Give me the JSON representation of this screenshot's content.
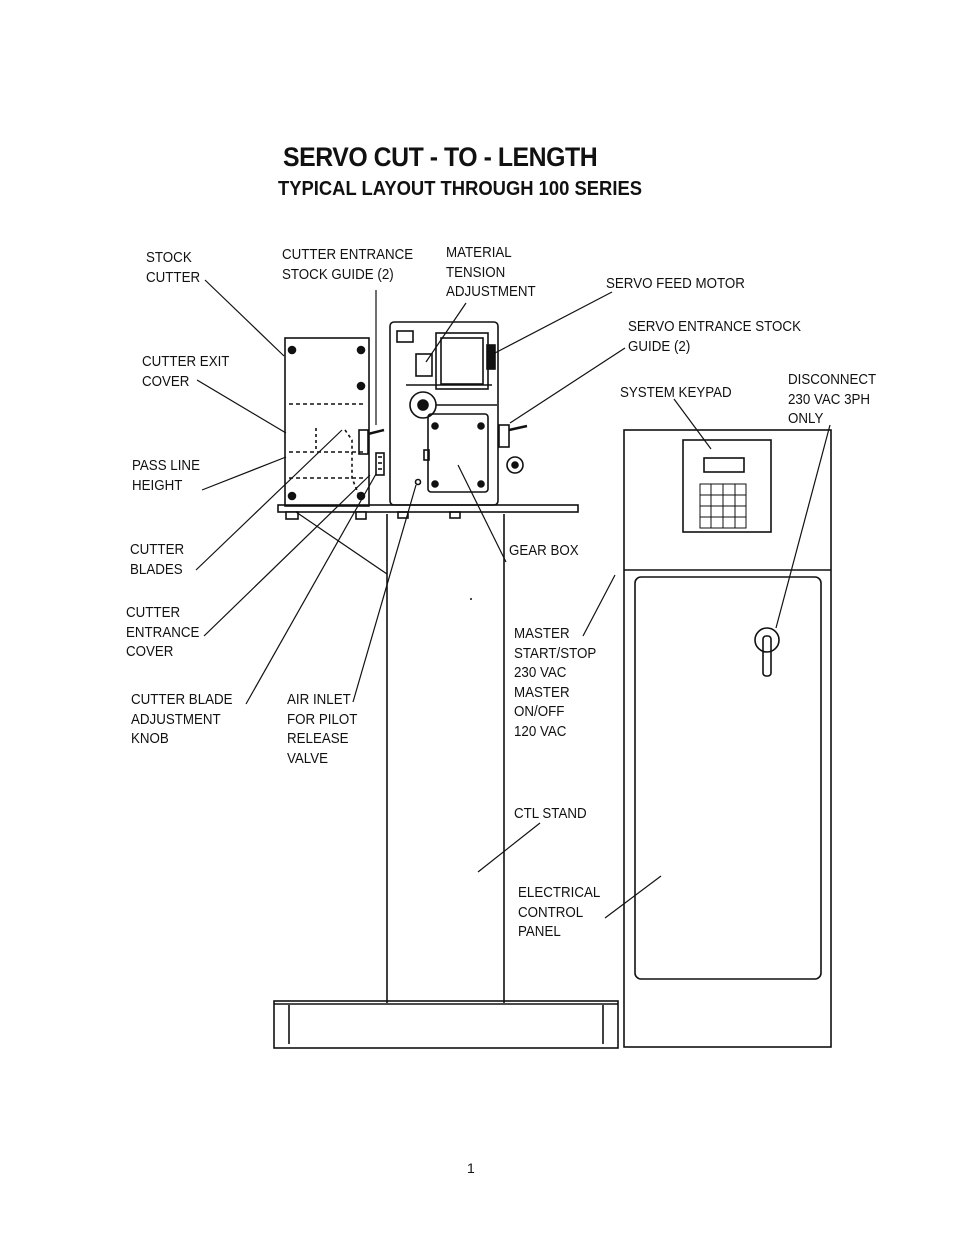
{
  "title": "SERVO CUT - TO - LENGTH",
  "subtitle": "TYPICAL LAYOUT THROUGH 100 SERIES",
  "labels": {
    "stock_cutter": "STOCK\nCUTTER",
    "cutter_entrance_stock_guide": "CUTTER ENTRANCE\nSTOCK GUIDE (2)",
    "material_tension_adjustment": "MATERIAL\nTENSION\nADJUSTMENT",
    "servo_feed_motor": "SERVO FEED MOTOR",
    "servo_entrance_stock_guide": "SERVO ENTRANCE STOCK\nGUIDE (2)",
    "cutter_exit_cover": "CUTTER EXIT\nCOVER",
    "system_keypad": "SYSTEM KEYPAD",
    "disconnect": "DISCONNECT\n230 VAC 3PH\nONLY",
    "pass_line_height": "PASS LINE\nHEIGHT",
    "cutter_blades": "CUTTER\nBLADES",
    "gear_box": "GEAR BOX",
    "cutter_entrance_cover": "CUTTER\nENTRANCE\nCOVER",
    "master_switches": "MASTER\nSTART/STOP\n230 VAC\nMASTER\nON/OFF\n120 VAC",
    "cutter_blade_adjustment_knob": "CUTTER BLADE\nADJUSTMENT\nKNOB",
    "air_inlet": "AIR INLET\nFOR PILOT\nRELEASE\nVALVE",
    "ctl_stand": "CTL STAND",
    "electrical_control_panel": "ELECTRICAL\nCONTROL\nPANEL"
  },
  "page_number": "1"
}
